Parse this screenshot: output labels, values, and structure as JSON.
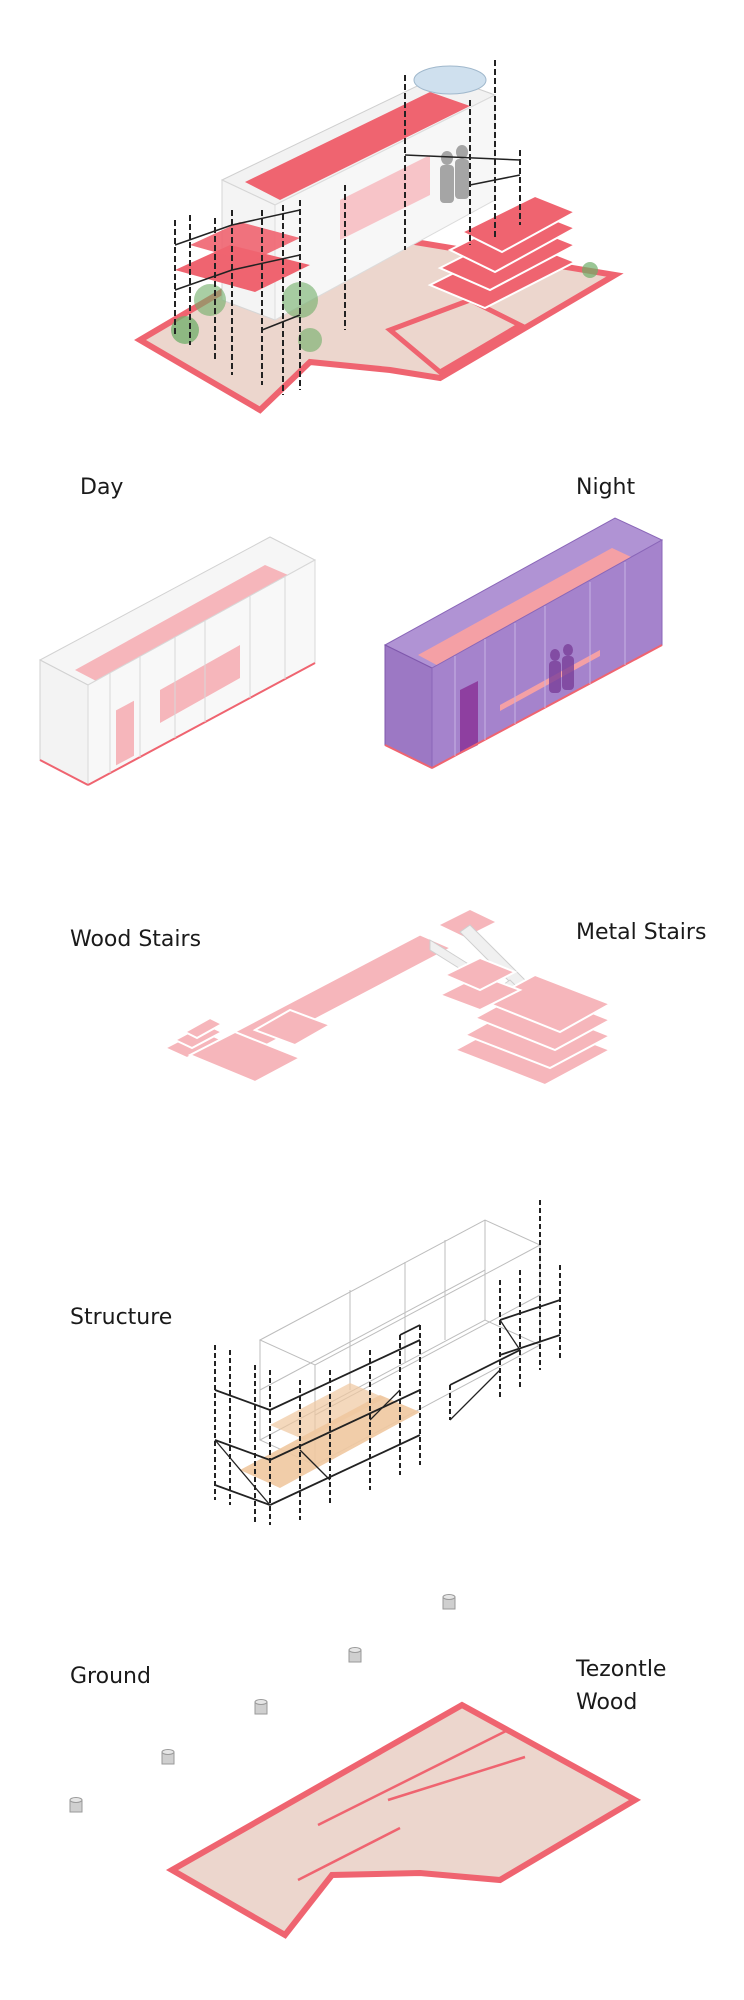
{
  "labels": {
    "day": "Day",
    "night": "Night",
    "wood_stairs": "Wood Stairs",
    "metal_stairs": "Metal Stairs",
    "structure": "Structure",
    "ground": "Ground",
    "tezontle": "Tezontle",
    "wood": "Wood"
  },
  "colors": {
    "accent_red": "#ef6470",
    "pink_light": "#f6b6bb",
    "floor_tan": "#ecd6cd",
    "purple": "#9c78c4",
    "scaffold": "#222222",
    "plant_green": "#6fae68",
    "wood_orange": "#f0c8a0"
  }
}
